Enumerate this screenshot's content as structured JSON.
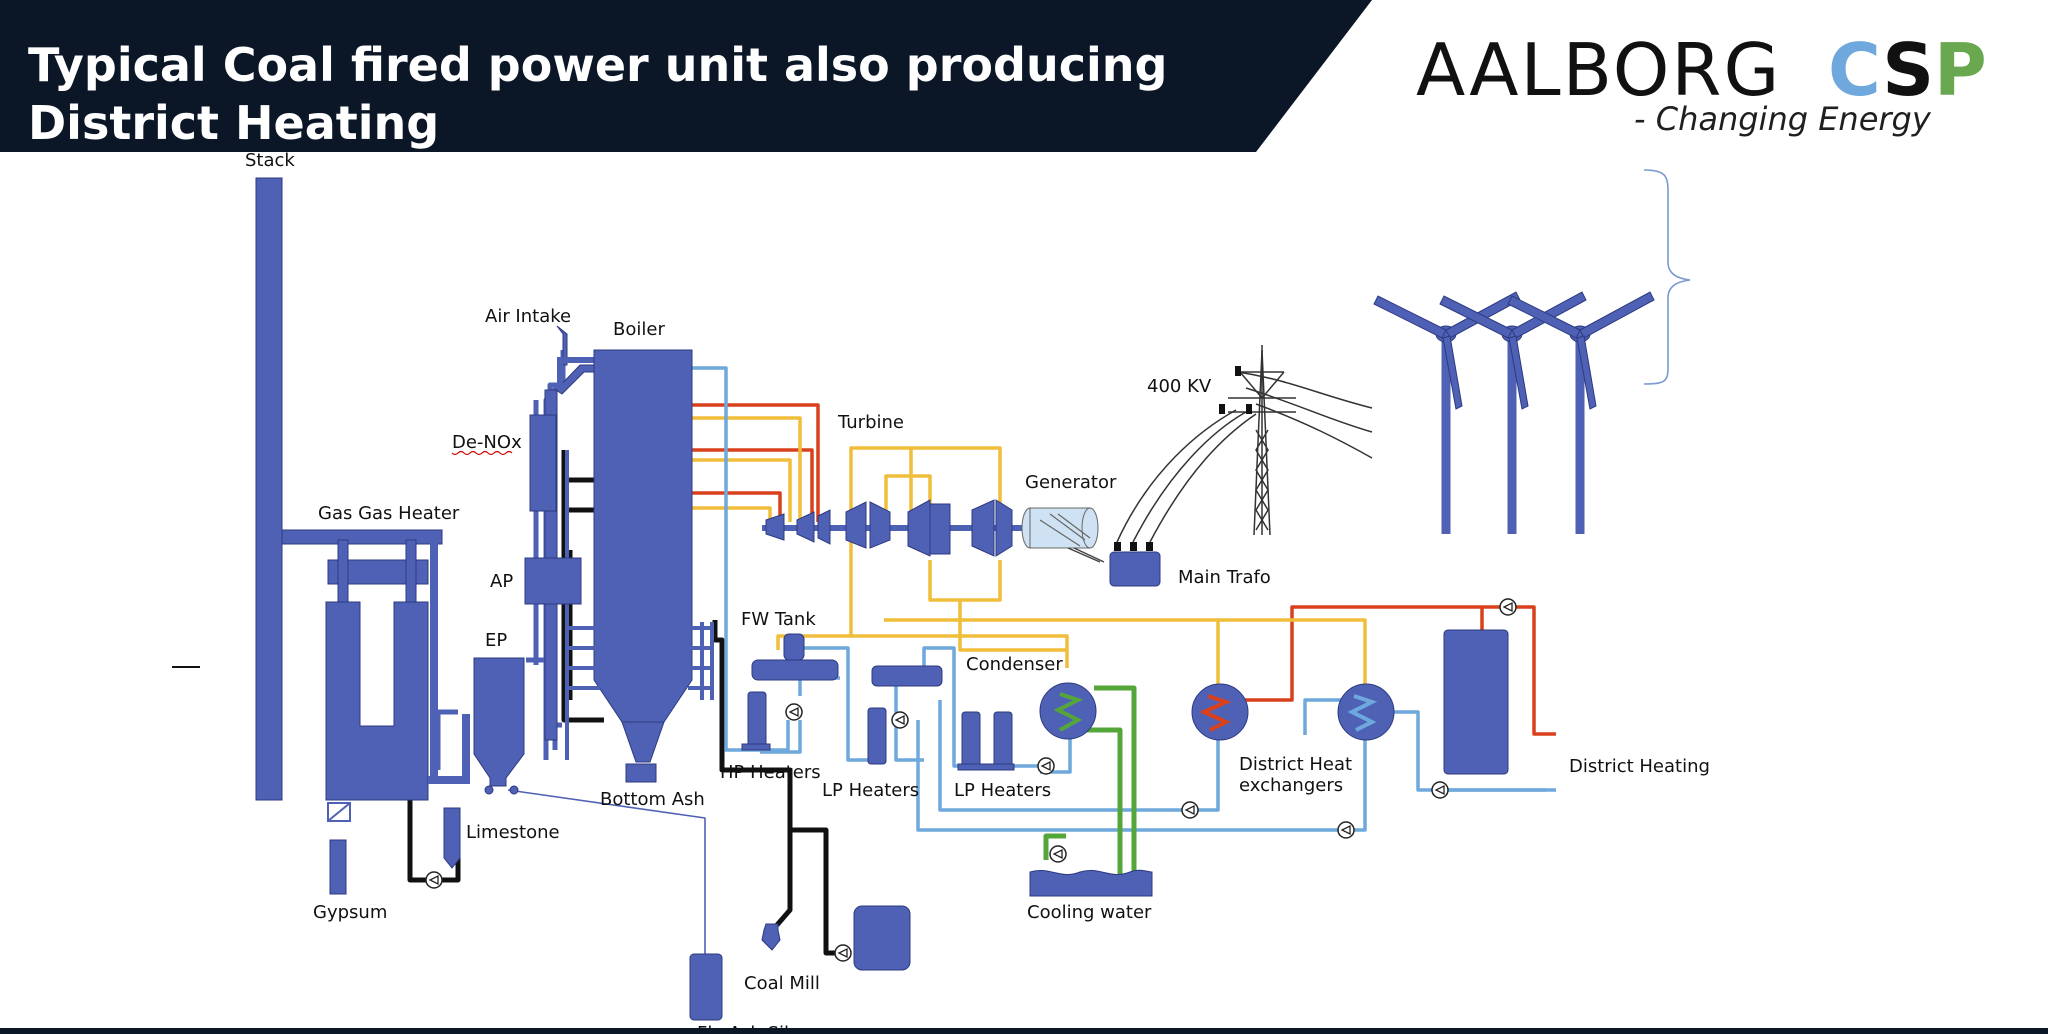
{
  "slide": {
    "title": "Typical Coal fired power unit also producing District Heating",
    "colors": {
      "banner": "#0b1627",
      "equipment": "#4f61b5",
      "steam_hot": "#d9401c",
      "steam": "#f0be3a",
      "water": "#6fa8dc",
      "cooling": "#55a63a",
      "coal_ash": "#111111"
    }
  },
  "logo": {
    "main": "AALBORG",
    "csp_c": "C",
    "csp_s": "S",
    "csp_p": "P",
    "tagline": "- Changing Energy"
  },
  "labels": {
    "stack": "Stack",
    "air_intake": "Air Intake",
    "boiler": "Boiler",
    "de_nox": "De-NOx",
    "gas_gas_heater": "Gas Gas Heater",
    "ap": "AP",
    "ep": "EP",
    "turbine": "Turbine",
    "generator": "Generator",
    "kv": "400 KV",
    "main_trafo": "Main Trafo",
    "fw_tank": "FW Tank",
    "condenser": "Condenser",
    "hp_heaters": "HP Heaters",
    "lp_heaters_1": "LP Heaters",
    "lp_heaters_2": "LP Heaters",
    "bottom_ash": "Bottom Ash",
    "limestone": "Limestone",
    "gypsum": "Gypsum",
    "coal_mill": "Coal Mill",
    "fly_ash_silo": "Fly Ash Silo",
    "cooling_water": "Cooling water",
    "dh_exchangers_1": "District Heat",
    "dh_exchangers_2": "exchangers",
    "district_heating": "District Heating"
  },
  "icons": [
    "wind-turbine-icon",
    "transmission-tower-icon",
    "pump-icon"
  ]
}
